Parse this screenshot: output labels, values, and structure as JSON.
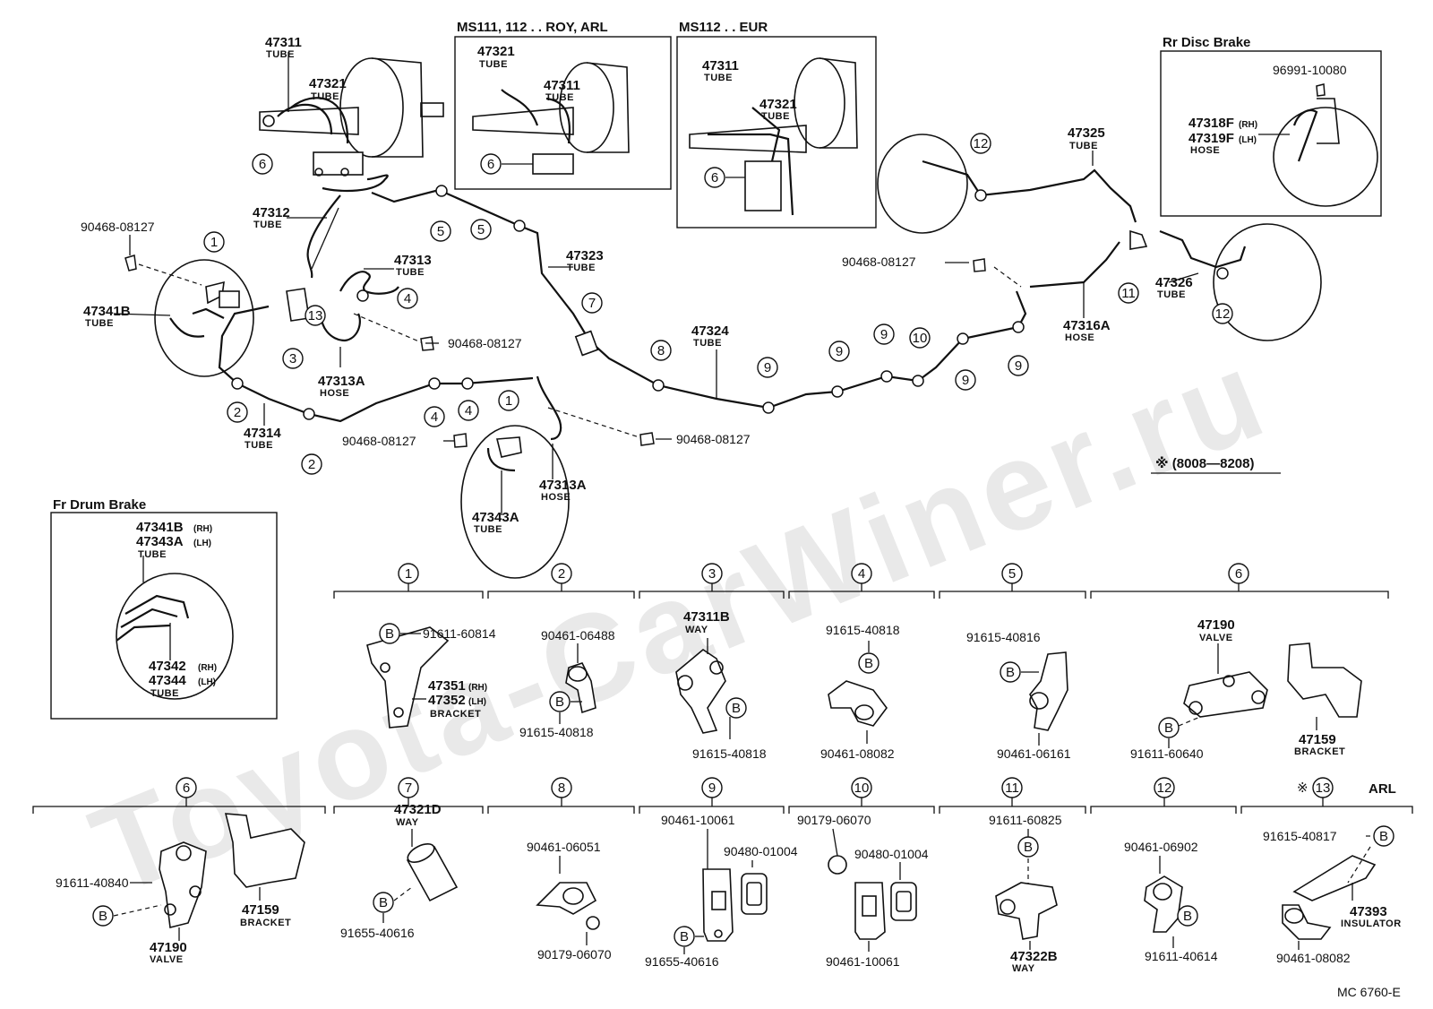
{
  "watermark": "Toyota-CarWiner.ru",
  "footer": {
    "code": "MC 6760-E"
  },
  "period_note": "※ (8008—8208)",
  "sections": {
    "ms111": "MS111, 112 . . ROY, ARL",
    "ms112": "MS112 . . EUR",
    "rr_disc": "Rr Disc Brake",
    "fr_drum": "Fr Drum Brake"
  },
  "main_labels": {
    "p47311": "47311",
    "tube_a": "TUBE",
    "p47321": "47321",
    "tube_b": "TUBE",
    "p47312": "47312",
    "tube_c": "TUBE",
    "p47313": "47313",
    "tube_d": "TUBE",
    "p47313a": "47313A",
    "hose_a": "HOSE",
    "p47341b": "47341B",
    "tube_e": "TUBE",
    "p47314": "47314",
    "tube_f": "TUBE",
    "p47323": "47323",
    "tube_g": "TUBE",
    "p47324": "47324",
    "tube_h": "TUBE",
    "p47313a2": "47313A",
    "hose_b": "HOSE",
    "p47343a": "47343A",
    "tube_i": "TUBE",
    "p47325": "47325",
    "tube_j": "TUBE",
    "p47316a": "47316A",
    "hose_c": "HOSE",
    "p47326": "47326",
    "tube_k": "TUBE",
    "clip_a": "90468-08127",
    "clip_b": "90468-08127",
    "clip_c": "90468-08127",
    "clip_d": "90468-08127",
    "clip_e": "90468-08127"
  },
  "ms111_labels": {
    "p47321": "47321",
    "tube1": "TUBE",
    "p47311": "47311",
    "tube2": "TUBE"
  },
  "ms112_labels": {
    "p47311": "47311",
    "tube1": "TUBE",
    "p47321": "47321",
    "tube2": "TUBE"
  },
  "rr_labels": {
    "p96991": "96991-10080",
    "p47318f": "47318F",
    "rh": "(RH)",
    "p47319f": "47319F",
    "lh": "(LH)",
    "hose": "HOSE"
  },
  "fr_labels": {
    "p47341b": "47341B",
    "rh1": "(RH)",
    "p47343a": "47343A",
    "lh1": "(LH)",
    "tube1": "TUBE",
    "p47342": "47342",
    "rh2": "(RH)",
    "p47344": "47344",
    "lh2": "(LH)",
    "tube2": "TUBE"
  },
  "markers": [
    "1",
    "2",
    "3",
    "4",
    "5",
    "6",
    "7",
    "8",
    "9",
    "10",
    "11",
    "12",
    "13",
    "B"
  ],
  "details": {
    "d1": {
      "num": "1",
      "pB": "91611-60814",
      "p1": "47351",
      "p1s": "(RH)",
      "p2": "47352",
      "p2s": "(LH)",
      "sub": "BRACKET"
    },
    "d2": {
      "num": "2",
      "p1": "90461-06488",
      "pB": "91615-40818"
    },
    "d3": {
      "num": "3",
      "p1": "47311B",
      "sub": "WAY",
      "pB": "91615-40818"
    },
    "d4": {
      "num": "4",
      "pB": "91615-40818",
      "p1": "90461-08082"
    },
    "d5": {
      "num": "5",
      "pB": "91615-40816",
      "p1": "90461-06161"
    },
    "d6a": {
      "num": "6",
      "p1": "47190",
      "sub1": "VALVE",
      "pB": "91611-60640",
      "p2": "47159",
      "sub2": "BRACKET"
    },
    "d6b": {
      "num": "6",
      "pB": "91611-40840",
      "p1": "47190",
      "sub1": "VALVE",
      "p2": "47159",
      "sub2": "BRACKET"
    },
    "d7": {
      "num": "7",
      "p1": "47321D",
      "sub": "WAY",
      "pB": "91655-40616"
    },
    "d8": {
      "num": "8",
      "p1": "90461-06051",
      "p2": "90179-06070"
    },
    "d9": {
      "num": "9",
      "p1": "90461-10061",
      "p2": "90480-01004",
      "pB": "91655-40616"
    },
    "d10": {
      "num": "10",
      "p1": "90179-06070",
      "p2": "90480-01004",
      "p3": "90461-10061"
    },
    "d11": {
      "num": "11",
      "pB": "91611-60825",
      "p1": "47322B",
      "sub": "WAY"
    },
    "d12": {
      "num": "12",
      "p1": "90461-06902",
      "pB": "91611-40614"
    },
    "d13": {
      "num": "13",
      "star": "※",
      "arl": "ARL",
      "pB": "91615-40817",
      "p1": "47393",
      "sub": "INSULATOR",
      "p2": "90461-08082"
    }
  }
}
